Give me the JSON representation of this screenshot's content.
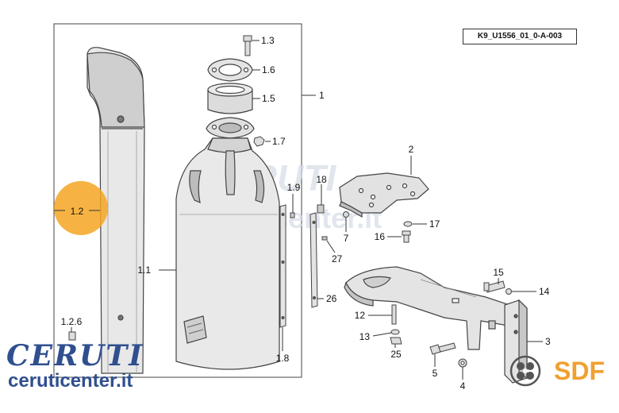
{
  "diagram": {
    "code": "K9_U1556_01_0-A-003",
    "labels": {
      "l1": "1",
      "l1_1": "1.1",
      "l1_2": "1.2",
      "l1_2_6": "1.2.6",
      "l1_3": "1.3",
      "l1_5": "1.5",
      "l1_6": "1.6",
      "l1_7": "1.7",
      "l1_8": "1.8",
      "l1_9": "1.9",
      "l2": "2",
      "l3": "3",
      "l4": "4",
      "l5": "5",
      "l7": "7",
      "l12": "12",
      "l13": "13",
      "l14": "14",
      "l15": "15",
      "l16": "16",
      "l17": "17",
      "l18": "18",
      "l25": "25",
      "l26": "26",
      "l27": "27"
    },
    "highlight_color": "#f5a623"
  },
  "branding": {
    "logo_text": "CERUTI",
    "site": "ceruticenter.it",
    "sdf": "SDF",
    "watermark_logo": "CERUTI",
    "watermark_site": "ceruticenter.it"
  }
}
